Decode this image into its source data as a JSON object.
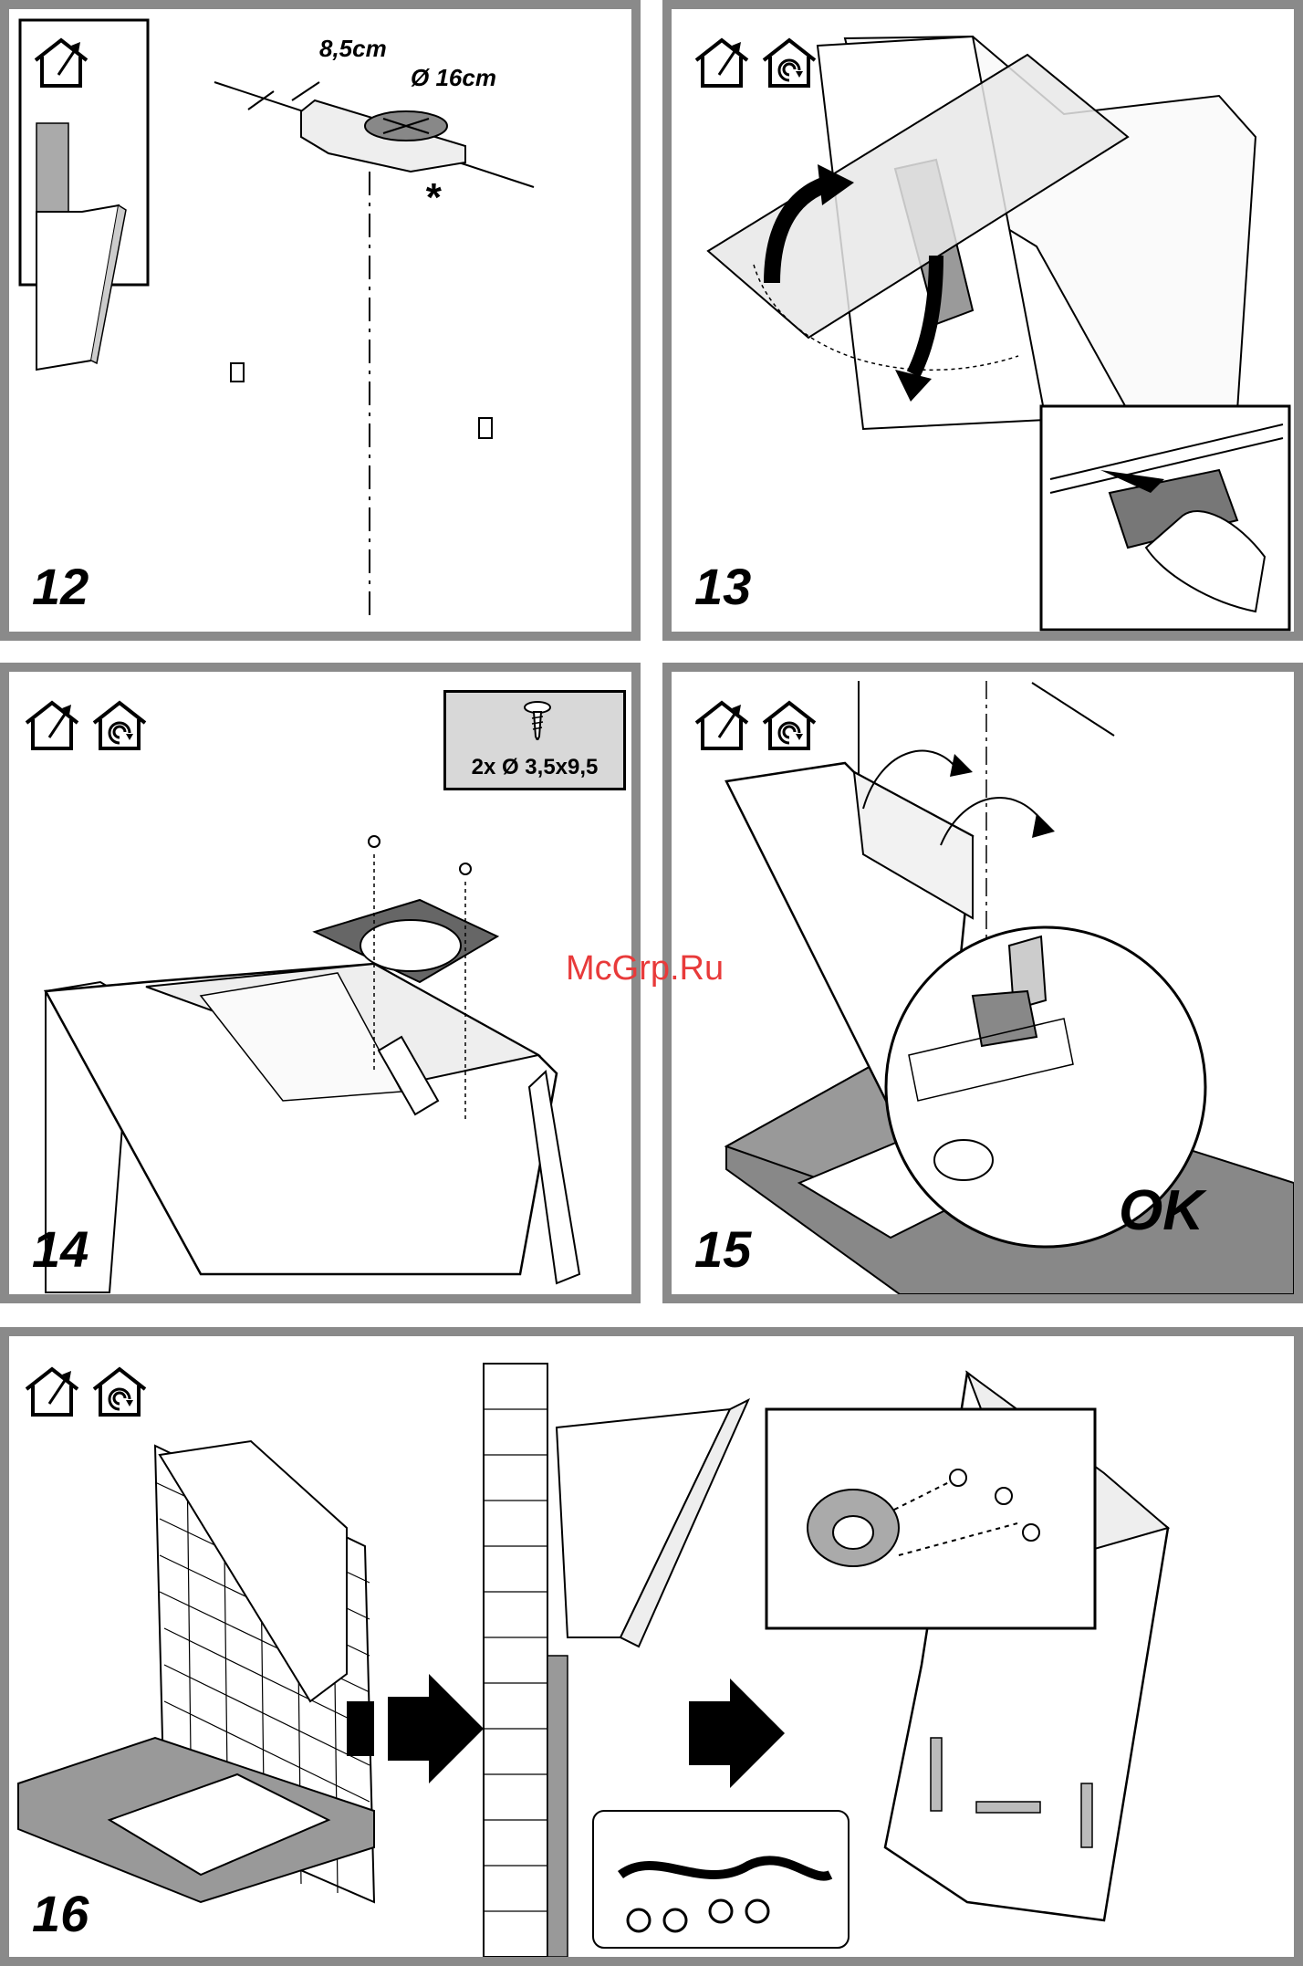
{
  "watermark": "McGrp.Ru",
  "panels": {
    "p12": {
      "step": "12",
      "dim_width": "8,5cm",
      "dim_diameter": "Ø 16cm",
      "asterisk": "*"
    },
    "p13": {
      "step": "13"
    },
    "p14": {
      "step": "14",
      "screws": "2x Ø 3,5x9,5"
    },
    "p15": {
      "step": "15",
      "ok": "OK"
    },
    "p16": {
      "step": "16"
    }
  },
  "icons": {
    "ducted": "ducted-exhaust-house-icon",
    "recirc": "recirculation-house-icon"
  }
}
